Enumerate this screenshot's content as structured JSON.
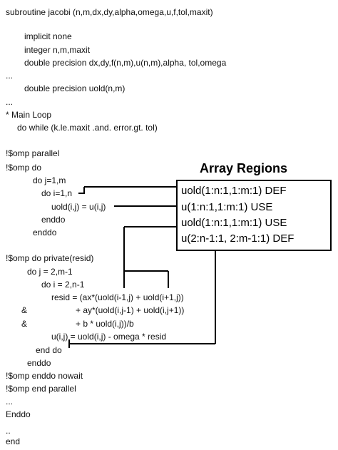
{
  "code": [
    "subroutine jacobi (n,m,dx,dy,alpha,omega,u,f,tol,maxit)",
    "implicit none",
    "integer n,m,maxit",
    "double precision dx,dy,f(n,m),u(n,m),alpha, tol,omega",
    "...",
    "double precision uold(n,m)",
    "...",
    "* Main Loop",
    "do while (k.le.maxit .and. error.gt. tol)",
    "!$omp parallel",
    "!$omp do",
    "do j=1,m",
    "do i=1,n",
    "uold(i,j) = u(i,j)",
    "enddo",
    "enddo",
    "!$omp do private(resid)",
    "do j = 2,m-1",
    "do i = 2,n-1",
    "resid = (ax*(uold(i-1,j) + uold(i+1,j))",
    "&",
    "+ ay*(uold(i,j-1) + uold(i,j+1))",
    "&",
    "+ b * uold(i,j))/b",
    "u(i,j) = uold(i,j) - omega * resid",
    "end do",
    "enddo",
    "!$omp enddo nowait",
    "!$omp end parallel",
    "...",
    "Enddo",
    "..",
    "end"
  ],
  "regions": {
    "title": "Array Regions",
    "entries": [
      "uold(1:n:1,1:m:1) DEF",
      "u(1:n:1,1:m:1) USE",
      "uold(1:n:1,1:m:1) USE",
      "u(2:n-1:1, 2:m-1:1) DEF"
    ]
  },
  "colors": {
    "text": "#111111",
    "lines": "#000000"
  }
}
